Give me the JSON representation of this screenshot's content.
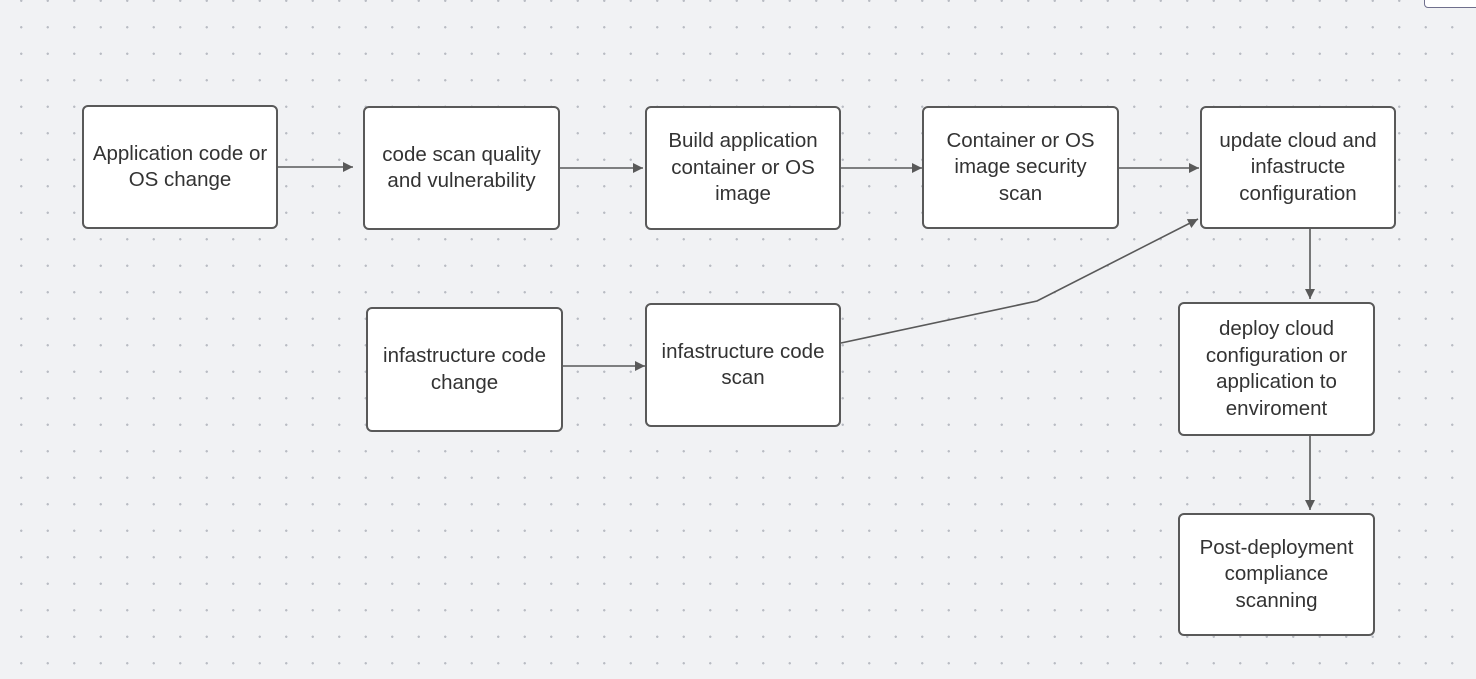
{
  "diagram": {
    "nodes": [
      {
        "id": "app-code-change",
        "label": "Application code or OS change"
      },
      {
        "id": "code-scan",
        "label": "code scan quality and vulnerability"
      },
      {
        "id": "build-image",
        "label": "Build application container or OS image"
      },
      {
        "id": "image-scan",
        "label": "Container or OS image security scan"
      },
      {
        "id": "update-config",
        "label": "update cloud and infastructe configuration"
      },
      {
        "id": "infra-code-change",
        "label": "infastructure code change"
      },
      {
        "id": "infra-code-scan",
        "label": "infastructure code scan"
      },
      {
        "id": "deploy",
        "label": "deploy cloud configuration or application to enviroment"
      },
      {
        "id": "post-deploy-scan",
        "label": "Post-deployment compliance scanning"
      }
    ],
    "edges": [
      {
        "from": "app-code-change",
        "to": "code-scan"
      },
      {
        "from": "code-scan",
        "to": "build-image"
      },
      {
        "from": "build-image",
        "to": "image-scan"
      },
      {
        "from": "image-scan",
        "to": "update-config"
      },
      {
        "from": "infra-code-change",
        "to": "infra-code-scan"
      },
      {
        "from": "infra-code-scan",
        "to": "update-config"
      },
      {
        "from": "update-config",
        "to": "deploy"
      },
      {
        "from": "deploy",
        "to": "post-deploy-scan"
      }
    ]
  }
}
